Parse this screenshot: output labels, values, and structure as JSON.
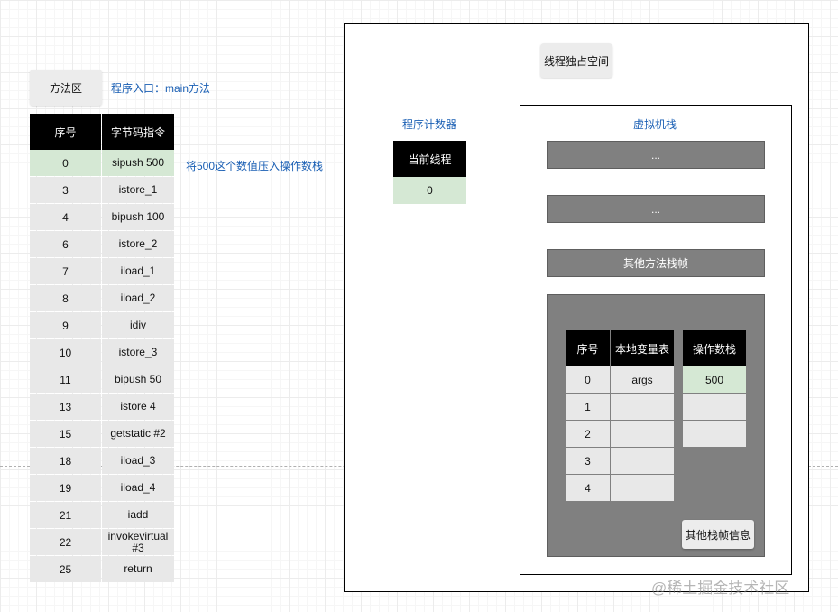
{
  "method_area": {
    "label": "方法区",
    "entry_note": "程序入口：main方法",
    "headers": [
      "序号",
      "字节码指令"
    ],
    "rows": [
      {
        "idx": "0",
        "instr": "sipush 500"
      },
      {
        "idx": "3",
        "instr": "istore_1"
      },
      {
        "idx": "4",
        "instr": "bipush 100"
      },
      {
        "idx": "6",
        "instr": "istore_2"
      },
      {
        "idx": "7",
        "instr": "iload_1"
      },
      {
        "idx": "8",
        "instr": "iload_2"
      },
      {
        "idx": "9",
        "instr": "idiv"
      },
      {
        "idx": "10",
        "instr": "istore_3"
      },
      {
        "idx": "11",
        "instr": "bipush 50"
      },
      {
        "idx": "13",
        "instr": "istore 4"
      },
      {
        "idx": "15",
        "instr": "getstatic #2"
      },
      {
        "idx": "18",
        "instr": "iload_3"
      },
      {
        "idx": "19",
        "instr": "iload_4"
      },
      {
        "idx": "21",
        "instr": "iadd"
      },
      {
        "idx": "22",
        "instr": "invokevirtual #3"
      },
      {
        "idx": "25",
        "instr": "return"
      }
    ],
    "highlight_index": 0,
    "highlight_note": "将500这个数值压入操作数栈"
  },
  "thread_space": {
    "label": "线程独占空间",
    "pc": {
      "title": "程序计数器",
      "header": "当前线程",
      "value": "0"
    },
    "vm_stack": {
      "title": "虚拟机栈",
      "frames": [
        "...",
        "...",
        "其他方法栈帧"
      ],
      "current_frame": {
        "locals_headers": [
          "序号",
          "本地变量表"
        ],
        "locals": [
          {
            "idx": "0",
            "val": "args"
          },
          {
            "idx": "1",
            "val": ""
          },
          {
            "idx": "2",
            "val": ""
          },
          {
            "idx": "3",
            "val": ""
          },
          {
            "idx": "4",
            "val": ""
          }
        ],
        "operand_header": "操作数栈",
        "operand_values": [
          "500",
          "",
          ""
        ],
        "other_info": "其他栈帧信息"
      }
    }
  },
  "watermark": "@稀土掘金技术社区",
  "colors": {
    "note_blue": "#1a5fb4",
    "highlight_green": "#d5e8d4",
    "cell_gray": "#e8e8e8",
    "frame_gray": "#808080"
  }
}
